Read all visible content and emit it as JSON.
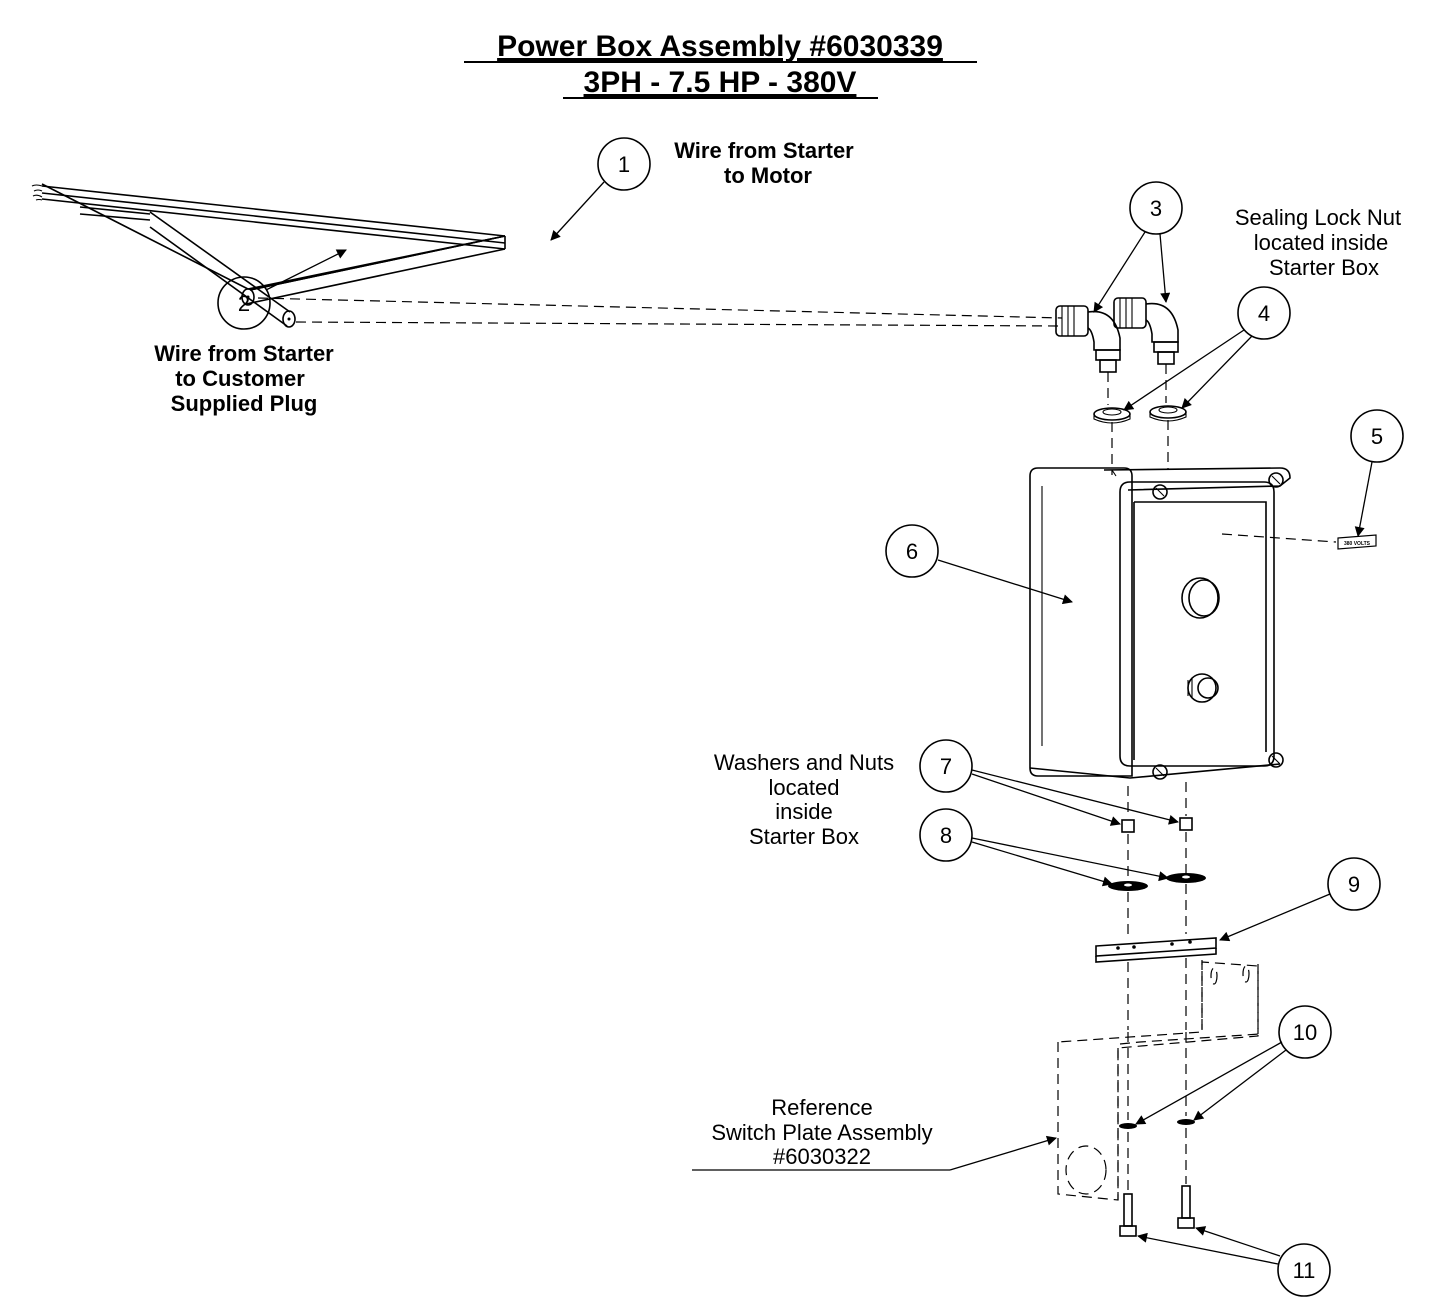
{
  "title": {
    "line1": "Power Box Assembly #6030339",
    "line2": "3PH - 7.5 HP - 380V"
  },
  "labels": {
    "wire_motor": [
      "Wire from Starter",
      "to Motor"
    ],
    "wire_customer": [
      "Wire from Starter",
      "to Customer",
      "Supplied Plug"
    ],
    "sealing_lock_nut": [
      "Sealing Lock Nut",
      "located inside",
      "Starter Box"
    ],
    "washers_nuts": [
      "Washers and Nuts",
      "located",
      "inside",
      "Starter Box"
    ],
    "reference": [
      "Reference",
      "Switch Plate Assembly",
      "#6030322"
    ],
    "decal_text": "380 VOLTS"
  },
  "callouts": [
    "1",
    "2",
    "3",
    "4",
    "5",
    "6",
    "7",
    "8",
    "9",
    "10",
    "11"
  ]
}
